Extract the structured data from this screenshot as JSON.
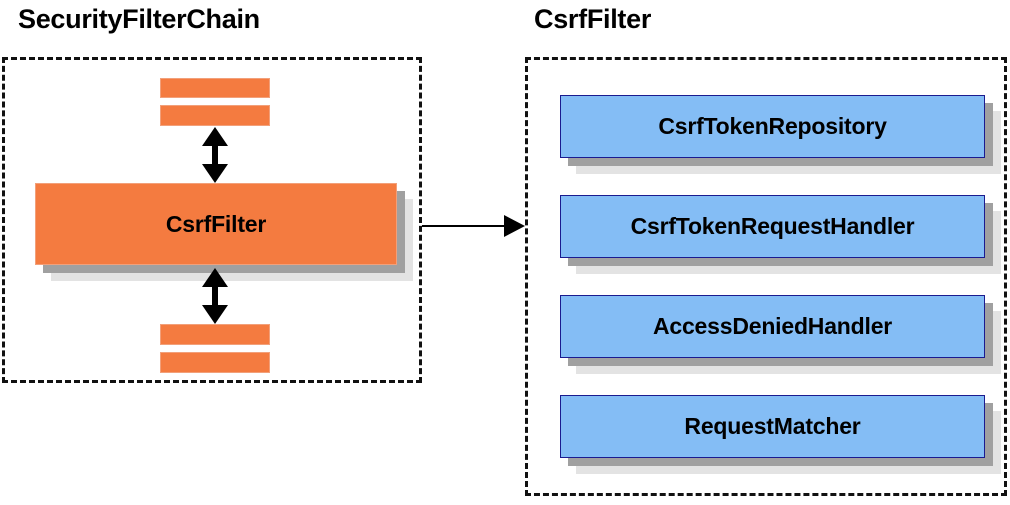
{
  "diagram": {
    "panels": [
      {
        "title": "SecurityFilterChain",
        "main_box_label": "CsrfFilter"
      },
      {
        "title": "CsrfFilter",
        "items": [
          {
            "label": "CsrfTokenRepository"
          },
          {
            "label": "CsrfTokenRequestHandler"
          },
          {
            "label": "AccessDeniedHandler"
          },
          {
            "label": "RequestMatcher"
          }
        ]
      }
    ],
    "colors": {
      "filter_fill": "#f47b40",
      "filter_border": "#f2a07a",
      "collaborator_fill": "#84bdf5",
      "collaborator_border": "#1b1b8f",
      "shadow_near": "#a0a0a0",
      "shadow_far": "#e3e3e3",
      "container_border": "#111111",
      "text": "#000000",
      "background": "#ffffff"
    }
  }
}
